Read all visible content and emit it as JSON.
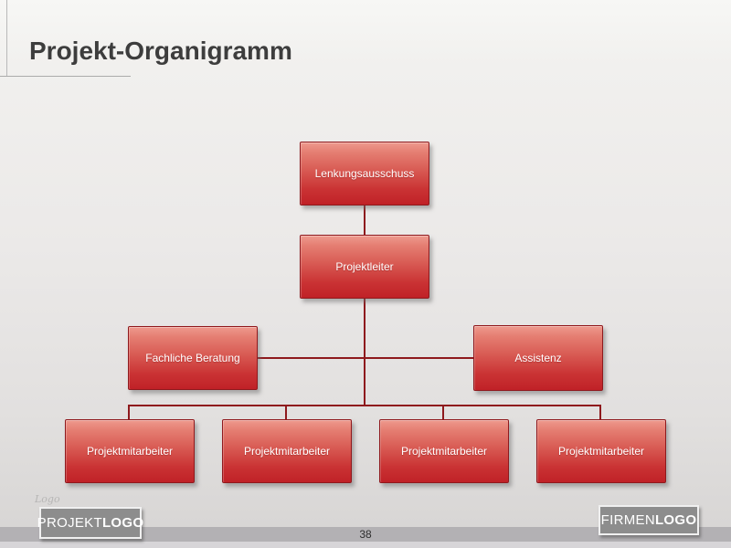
{
  "slide": {
    "title": "Projekt-Organigramm",
    "page_number": "38"
  },
  "org_chart": {
    "type": "org-tree",
    "nodes": [
      {
        "label": "Lenkungsausschuss",
        "level": 1,
        "reports_to": null
      },
      {
        "label": "Projektleiter",
        "level": 2,
        "reports_to": "Lenkungsausschuss"
      },
      {
        "label": "Fachliche Beratung",
        "level": 3,
        "reports_to": "Projektleiter"
      },
      {
        "label": "Assistenz",
        "level": 3,
        "reports_to": "Projektleiter"
      },
      {
        "label": "Projektmitarbeiter",
        "level": 4,
        "reports_to": "Projektleiter"
      },
      {
        "label": "Projektmitarbeiter",
        "level": 4,
        "reports_to": "Projektleiter"
      },
      {
        "label": "Projektmitarbeiter",
        "level": 4,
        "reports_to": "Projektleiter"
      },
      {
        "label": "Projektmitarbeiter",
        "level": 4,
        "reports_to": "Projektleiter"
      }
    ],
    "colors": {
      "node_fill_top": "#ee9a8e",
      "node_fill_bottom": "#c02127",
      "node_border": "#8f191d",
      "connector": "#8e191d",
      "node_text": "#ffffff"
    }
  },
  "footer": {
    "logo_note": "Logo",
    "project_logo": {
      "prefix": "PROJEKT",
      "suffix": "LOGO"
    },
    "company_logo": {
      "prefix": "FIRMEN",
      "suffix": "LOGO"
    },
    "bar_color": "#b3b1b4",
    "logo_fill_color": "#8d8d8d"
  }
}
